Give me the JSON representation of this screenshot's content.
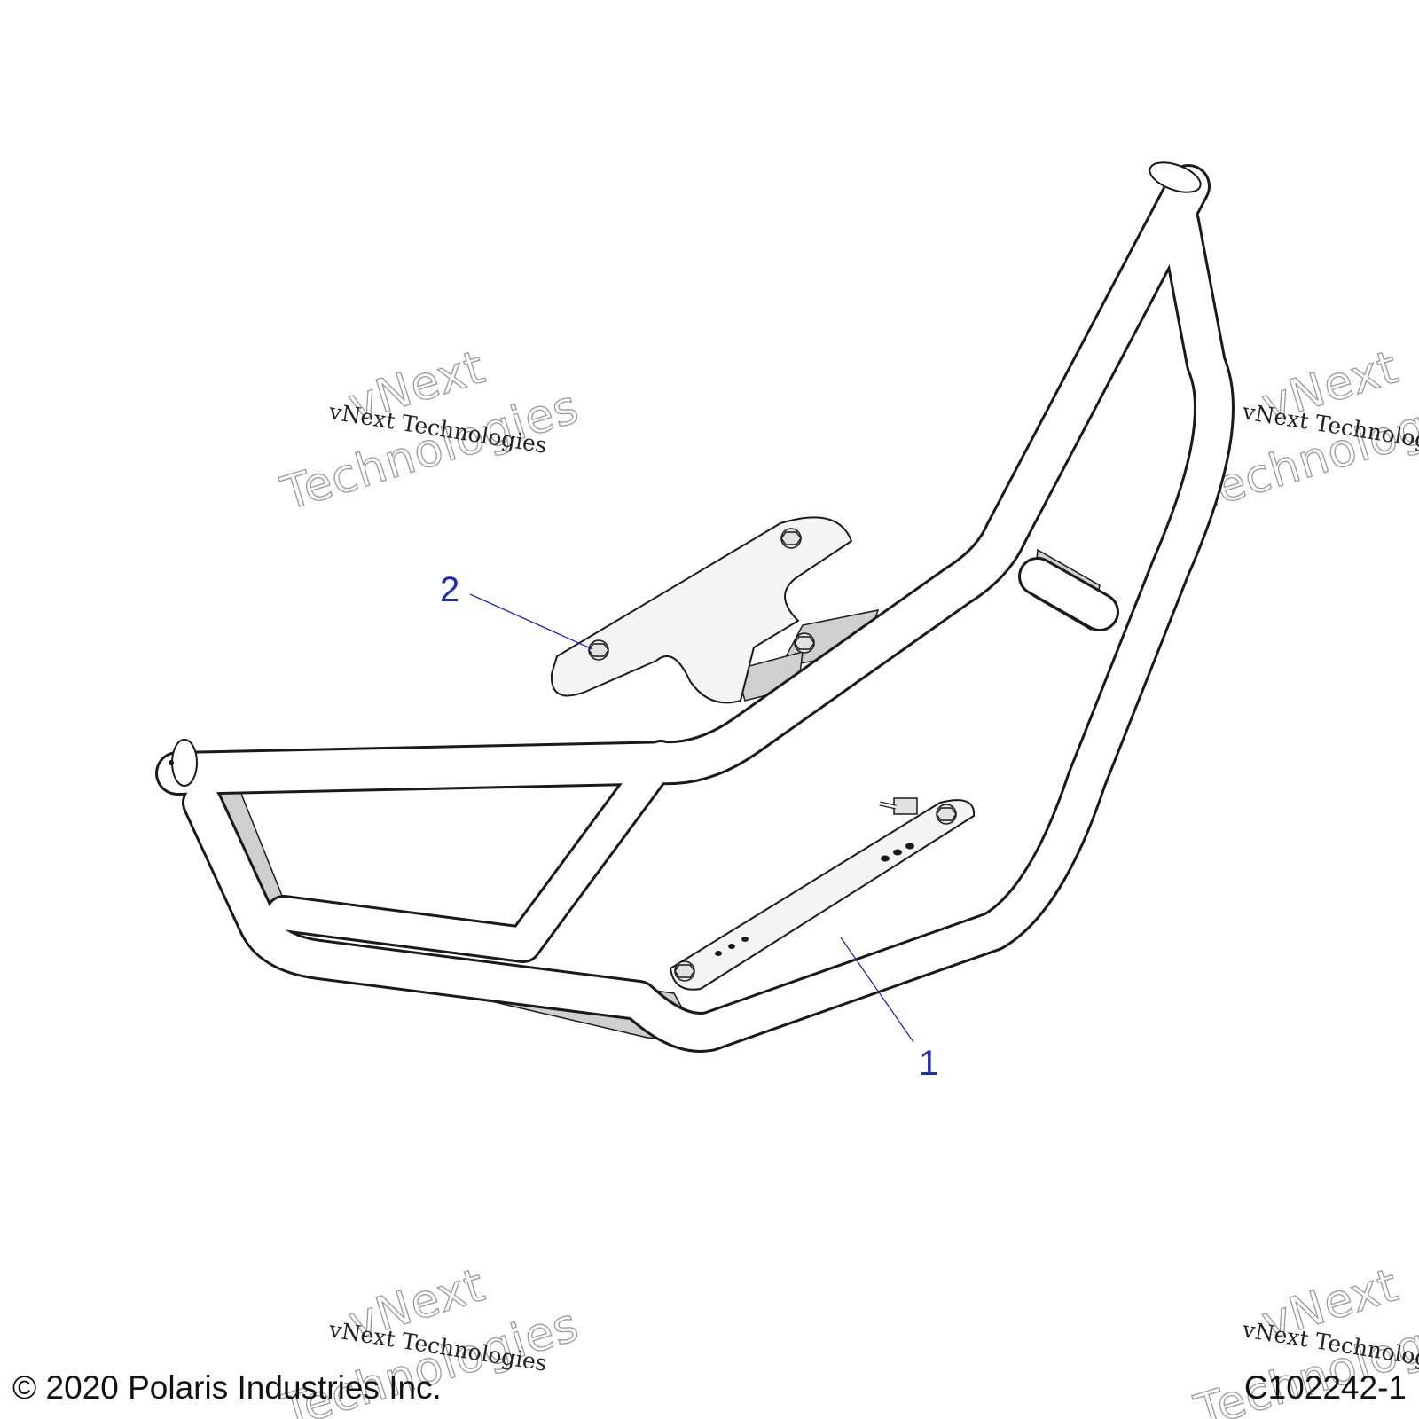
{
  "callouts": [
    {
      "number": "1"
    },
    {
      "number": "2"
    }
  ],
  "watermark": {
    "small_text": "vNext Technologies",
    "big_line1": "vNext",
    "big_line2": "Technologies"
  },
  "footer": {
    "copyright": "© 2020 Polaris Industries Inc.",
    "figure_id": "C102242-1"
  },
  "colors": {
    "callout": "#1f2bb8",
    "line_art": "#1a1a1a",
    "shading": "#cfcfcf"
  }
}
